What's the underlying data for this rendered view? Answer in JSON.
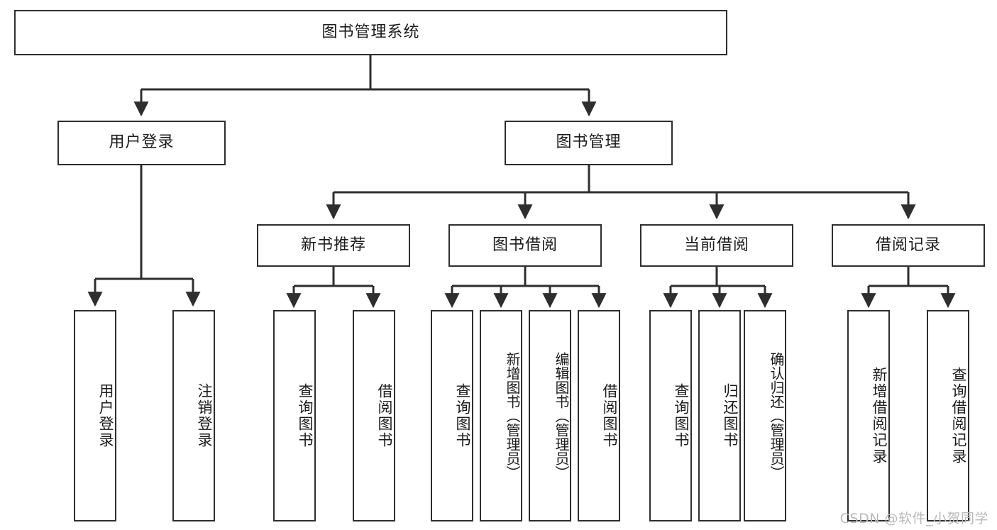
{
  "diagram": {
    "type": "tree",
    "title": "图书管理系统",
    "root": {
      "id": "root",
      "label": "图书管理系统"
    },
    "level1": [
      {
        "id": "user-login",
        "label": "用户登录"
      },
      {
        "id": "book-manage",
        "label": "图书管理"
      }
    ],
    "level2": [
      {
        "id": "new-book-rec",
        "label": "新书推荐",
        "parent": "book-manage"
      },
      {
        "id": "book-borrow",
        "label": "图书借阅",
        "parent": "book-manage"
      },
      {
        "id": "current-borrow",
        "label": "当前借阅",
        "parent": "book-manage"
      },
      {
        "id": "borrow-record",
        "label": "借阅记录",
        "parent": "book-manage"
      }
    ],
    "leaves": [
      {
        "id": "leaf-user-login",
        "label": "用户登录",
        "parent": "user-login"
      },
      {
        "id": "leaf-logout-login",
        "label": "注销登录",
        "parent": "user-login"
      },
      {
        "id": "leaf-query-book-1",
        "label": "查询图书",
        "parent": "new-book-rec"
      },
      {
        "id": "leaf-borrow-book-1",
        "label": "借阅图书",
        "parent": "new-book-rec"
      },
      {
        "id": "leaf-query-book-2",
        "label": "查询图书",
        "parent": "book-borrow"
      },
      {
        "id": "leaf-add-book",
        "label": "新增图书（管理员）",
        "parent": "book-borrow"
      },
      {
        "id": "leaf-edit-book",
        "label": "编辑图书（管理员）",
        "parent": "book-borrow"
      },
      {
        "id": "leaf-borrow-book-2",
        "label": "借阅图书",
        "parent": "book-borrow"
      },
      {
        "id": "leaf-query-book-3",
        "label": "查询图书",
        "parent": "current-borrow"
      },
      {
        "id": "leaf-return-book",
        "label": "归还图书",
        "parent": "current-borrow"
      },
      {
        "id": "leaf-confirm-return",
        "label": "确认归还（管理员）",
        "parent": "current-borrow"
      },
      {
        "id": "leaf-add-record",
        "label": "新增借阅记录",
        "parent": "borrow-record"
      },
      {
        "id": "leaf-query-record",
        "label": "查询借阅记录",
        "parent": "borrow-record"
      }
    ],
    "colors": {
      "border": "#2e2e2e",
      "fill": "#ffffff",
      "text": "#1b1b1b",
      "connector": "#2e2e2e",
      "watermark": "#b9b9b9"
    }
  },
  "watermark": {
    "text": "CSDN @软件_小贺同学"
  }
}
